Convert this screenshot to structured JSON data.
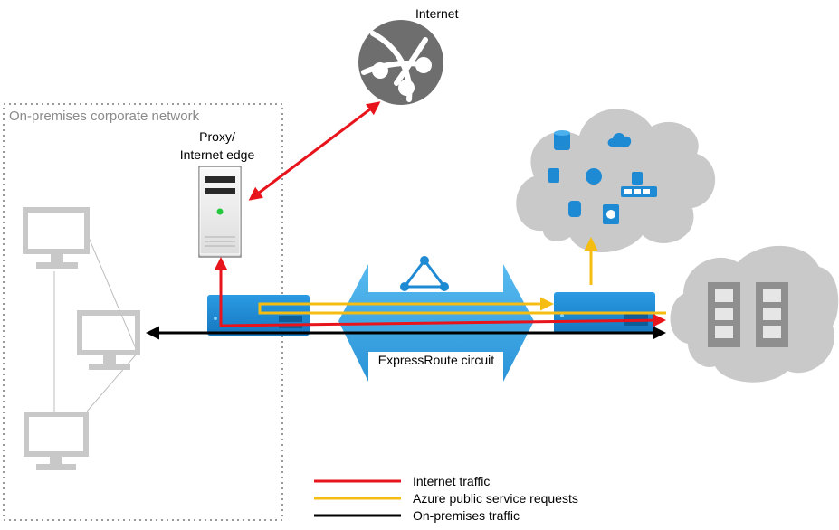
{
  "labels": {
    "internet": "Internet",
    "corporate_network": "On-premises corporate network",
    "proxy_line1": "Proxy/",
    "proxy_line2": "Internet edge",
    "expressroute": "ExpressRoute circuit"
  },
  "legend": [
    {
      "label": "Internet traffic",
      "color": "#e8141b"
    },
    {
      "label": "Azure public service requests",
      "color": "#f5bd12"
    },
    {
      "label": "On-premises traffic",
      "color": "#000000"
    }
  ],
  "cloud_service_icons": [
    "sql-database-icon",
    "cloud-service-icon",
    "document-db-icon",
    "web-app-icon",
    "service-bus-icon",
    "queue-icon",
    "storage-icon",
    "disk-icon"
  ],
  "colors": {
    "router_blue": "#1e8ad4",
    "circuit_blue": "#3aa5e0",
    "cloud_gray": "#c9c9c9",
    "pc_gray": "#c8c8c8"
  }
}
